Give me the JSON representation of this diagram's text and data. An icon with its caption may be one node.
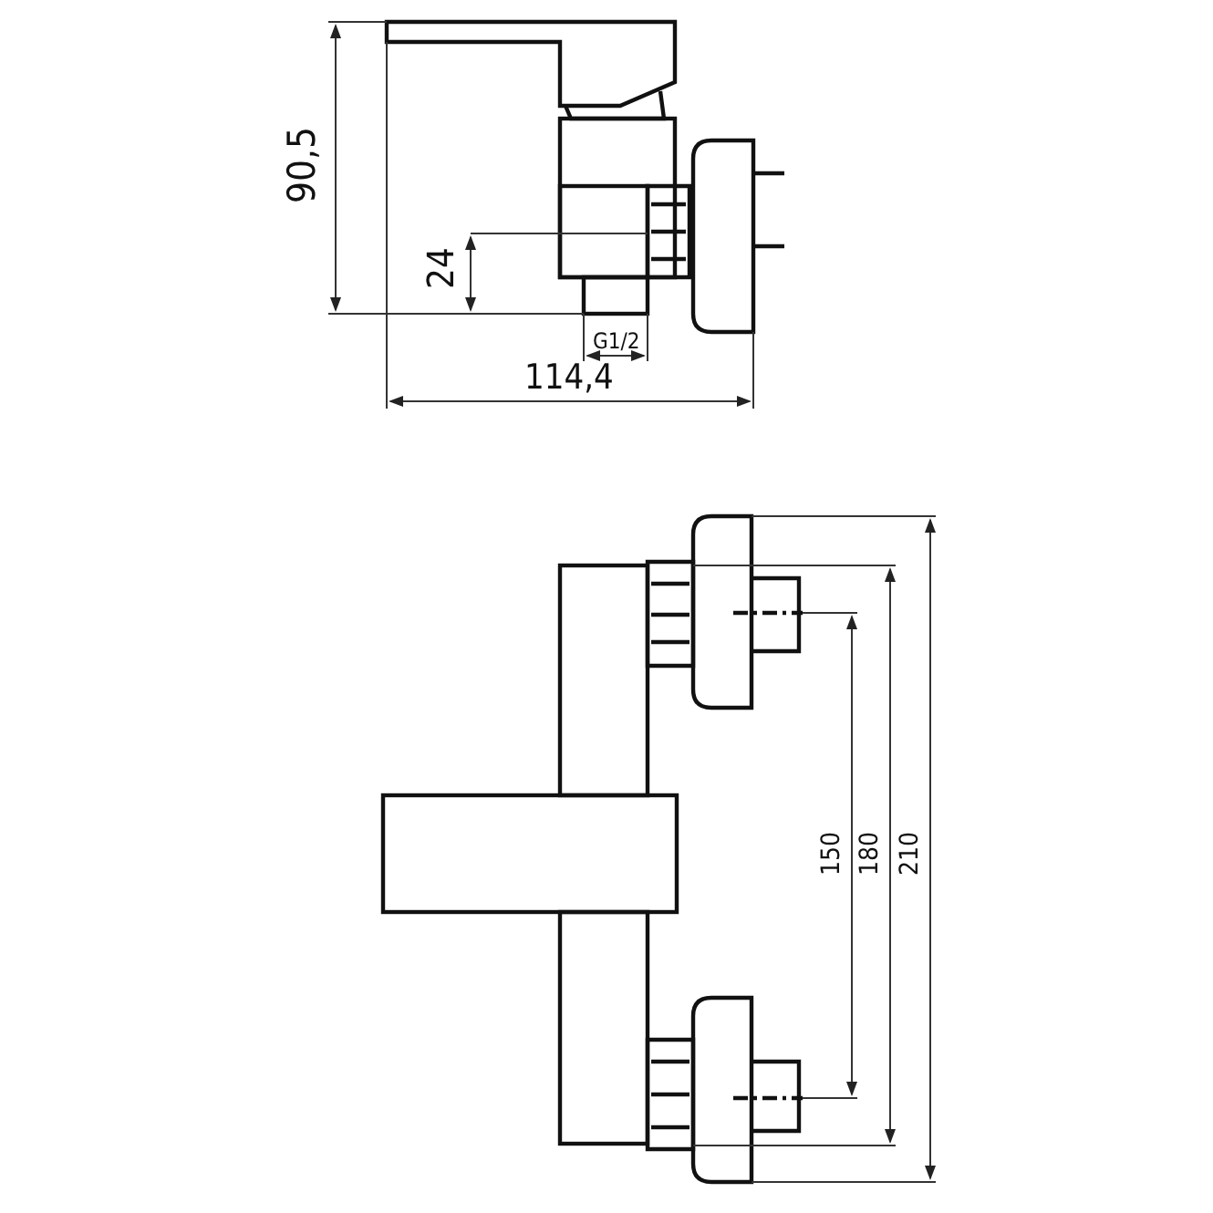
{
  "diagram": {
    "labels": [
      "90,5",
      "24",
      "G1/2",
      "114,4",
      "150",
      "180",
      "210"
    ]
  }
}
